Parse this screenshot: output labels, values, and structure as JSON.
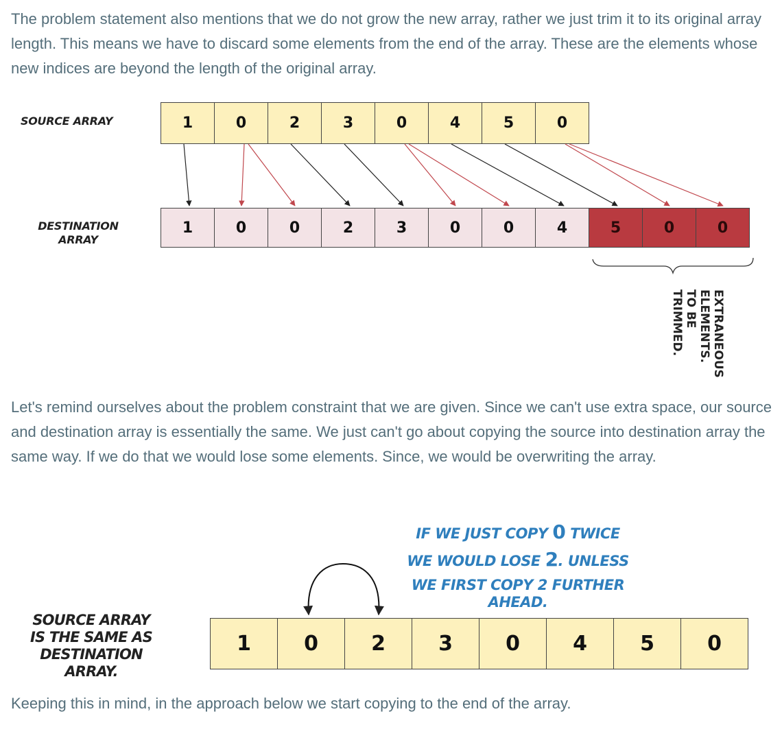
{
  "paragraphs": {
    "p1": "The problem statement also mentions that we do not grow the new array, rather we just trim it to its original array length. This means we have to discard some elements from the end of the array. These are the elements whose new indices are beyond the length of the original array.",
    "p2": "Let's remind ourselves about the problem constraint that we are given. Since we can't use extra space, our source and destination array is essentially the same. We just can't go about copying the source into destination array the same way. If we do that we would lose some elements. Since, we would be overwriting the array.",
    "p3": "Keeping this in mind, in the approach below we start copying to the end of the array."
  },
  "diagram1": {
    "source_label": "SOURCE ARRAY",
    "destination_label_line1": "DESTINATION",
    "destination_label_line2": "ARRAY",
    "source_values": [
      "1",
      "0",
      "2",
      "3",
      "0",
      "4",
      "5",
      "0"
    ],
    "destination_values": [
      "1",
      "0",
      "0",
      "2",
      "3",
      "0",
      "0",
      "4",
      "5",
      "0",
      "0"
    ],
    "trimmed_count": 3,
    "trim_note": [
      "EXTRANEOUS",
      "ELEMENTS.",
      "TO BE",
      "TRIMMED."
    ],
    "colors": {
      "source": "#fdf1bd",
      "destination": "#f3e3e6",
      "trimmed": "#b93a40",
      "zero_arrow": "#c0474d",
      "arrow": "#222222"
    }
  },
  "diagram2": {
    "label_lines": [
      "SOURCE ARRAY",
      "IS THE SAME AS",
      "DESTINATION",
      "ARRAY."
    ],
    "values": [
      "1",
      "0",
      "2",
      "3",
      "0",
      "4",
      "5",
      "0"
    ],
    "note": {
      "line1_pre": "IF WE JUST COPY ",
      "line1_big": "0",
      "line1_post": " TWICE",
      "line2_pre": "WE WOULD LOSE ",
      "line2_big": "2",
      "line2_post": ". UNLESS",
      "line3": "WE FIRST COPY 2 FURTHER",
      "line4": "AHEAD."
    },
    "colors": {
      "note": "#2f7fbd"
    }
  }
}
